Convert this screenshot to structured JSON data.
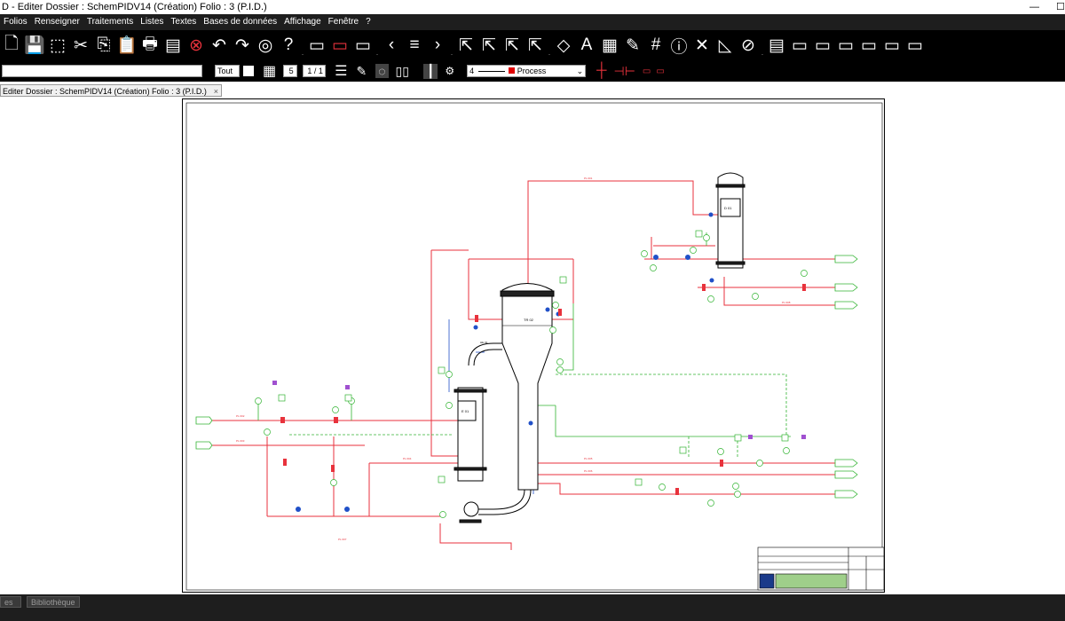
{
  "title": "D - Editer Dossier : SchemPIDV14  (Création)  Folio : 3  (P.I.D.)",
  "window_controls": {
    "minimize": "—",
    "maximize": "☐"
  },
  "menu": [
    "Folios",
    "Renseigner",
    "Traitements",
    "Listes",
    "Textes",
    "Bases de données",
    "Affichage",
    "Fenêtre",
    "?"
  ],
  "toolbar1_icons": [
    "new-icon",
    "save-icon",
    "select-icon",
    "cut-icon",
    "copy-icon",
    "paste-icon",
    "print-icon",
    "pdf-icon",
    "cancel-icon",
    "undo-icon",
    "redo-icon",
    "stop-icon",
    "help-icon",
    "window-icon",
    "window-red-icon",
    "window-image-icon",
    "prev-icon",
    "menu-icon",
    "next-icon",
    "pointer-icon",
    "pointer2-icon",
    "pointer-add-icon",
    "pointer-remove-icon",
    "shape-icon",
    "text-icon",
    "calc-icon",
    "erase-icon",
    "grid-icon",
    "info-icon",
    "close-icon",
    "measure-icon",
    "hide-icon",
    "doc-icon",
    "doc-edit-icon",
    "doc-edit2-icon",
    "doc-edit3-icon",
    "doc-edit4-icon",
    "doc-edit5-icon",
    "doc-edit6-icon"
  ],
  "toolbar1_glyphs": [
    "🗋",
    "💾",
    "⬚",
    "✂",
    "⎘",
    "📋",
    "🖶",
    "▤",
    "⊗",
    "↶",
    "↷",
    "◎",
    "?",
    "▭",
    "▭",
    "▭",
    "‹",
    "≡",
    "›",
    "⇱",
    "⇱",
    "⇱",
    "⇱",
    "◇",
    "A",
    "▦",
    "✎",
    "#",
    "ⓘ",
    "✕",
    "◺",
    "⊘",
    "▤",
    "▭",
    "▭",
    "▭",
    "▭",
    "▭",
    "▭"
  ],
  "toolbar2": {
    "filter_value": "Tout",
    "grid_value": "5",
    "page_value": "1 / 1",
    "layer_value": "Process",
    "layer_prefix": "4"
  },
  "doc_tab": {
    "label": "Editer Dossier : SchemPIDV14  (Création)  Folio : 3  (P.I.D.)",
    "close": "×"
  },
  "status_buttons": [
    "es",
    "Bibliothèque"
  ],
  "colors": {
    "line_red": "#e8323c",
    "line_green": "#32b432",
    "line_blue": "#2050c8",
    "line_purple": "#a050d0"
  }
}
